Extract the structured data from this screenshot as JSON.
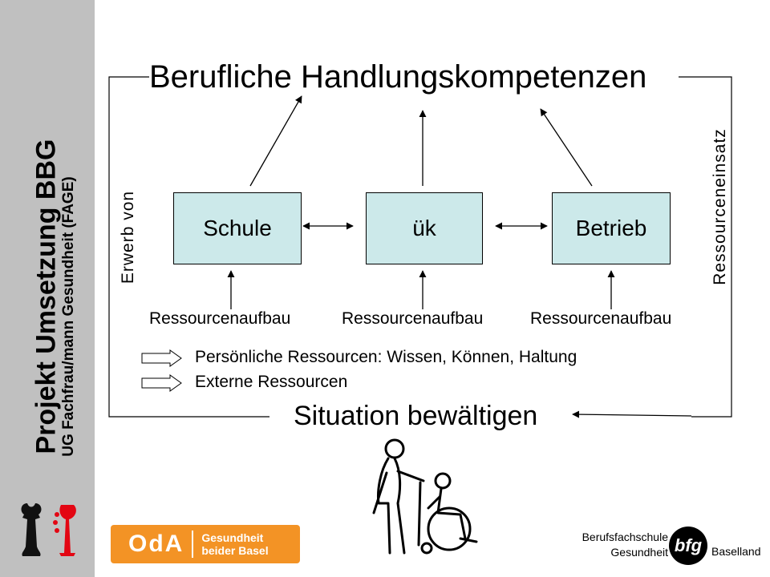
{
  "sidebar": {
    "title": "Projekt Umsetzung BBG",
    "subtitle": "UG Fachfrau/mann Gesundheit (FAGE)",
    "crest_icons": [
      "basel-stadt-crest-icon",
      "basel-land-crest-icon"
    ]
  },
  "diagram": {
    "title": "Berufliche Handlungskompetenzen",
    "boxes": [
      "Schule",
      "ük",
      "Betrieb"
    ],
    "resource_labels": [
      "Ressourcenaufbau",
      "Ressourcenaufbau",
      "Ressourcenaufbau"
    ],
    "legend": [
      "Persönliche Ressourcen: Wissen, Können, Haltung",
      "Externe Ressourcen"
    ],
    "bottom_label": "Situation bewältigen",
    "left_vertical": "Erwerb von",
    "right_vertical": "Ressourceneinsatz",
    "box_color": "#cce9ea"
  },
  "logos": {
    "oda": {
      "main": "OdA",
      "line1": "Gesundheit",
      "line2": "beider Basel",
      "color": "#f39325"
    },
    "bfg": {
      "line1": "Berufsfachschule",
      "line2": "Gesundheit",
      "mark": "bfg",
      "region": "Baselland"
    }
  },
  "illustration_icon": "caregiver-wheelchair-icon"
}
